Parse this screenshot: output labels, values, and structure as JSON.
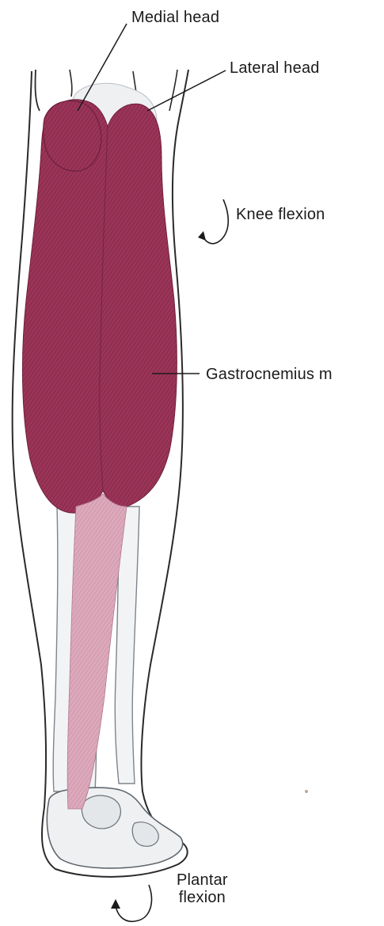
{
  "labels": {
    "medial_head": "Medial head",
    "lateral_head": "Lateral head",
    "knee_flexion": "Knee flexion",
    "gastrocnemius": "Gastrocnemius m",
    "plantar_line1": "Plantar",
    "plantar_line2": "flexion"
  },
  "colors": {
    "muscle": "#9b3558",
    "muscle_dark": "#7d2445",
    "tendon": "#d9a6b8",
    "bone": "#eef0f2",
    "outline": "#2a2a2a"
  }
}
